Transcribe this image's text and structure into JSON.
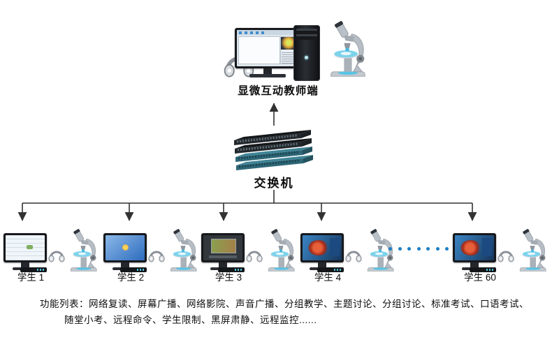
{
  "diagram": {
    "teacher_label": "显微互动教师端",
    "switch_label": "交换机",
    "student_labels": [
      "学生 1",
      "学生 2",
      "学生 3",
      "学生 4",
      "学生 60"
    ],
    "colors": {
      "connector": "#333333",
      "ellipsis_dot": "#1b7fc6",
      "microscope_accent": "#5ac8e8",
      "switch_teal": "#2e6777"
    }
  },
  "footer": {
    "line1": "功能列表：网络复读、屏幕广播、网络影院、声音广播、分组教学、主题讨论、分组讨论、标准考试、口语考试、",
    "line2": "随堂小考、远程命令、学生限制、黑屏肃静、远程监控......"
  }
}
